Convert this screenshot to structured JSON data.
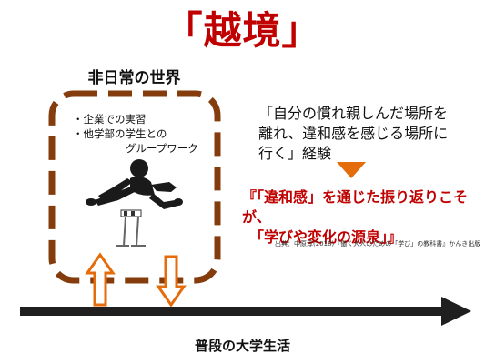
{
  "title": "「越境」",
  "box": {
    "label": "非日常の世界",
    "items": [
      "・企業での実習",
      "・他学部の学生との",
      "グループワーク"
    ]
  },
  "explanation": {
    "line1": "「自分の慣れ親しんだ場所を",
    "line2": "離れ、違和感を感じる場所に",
    "line3": "行く」経験"
  },
  "reflection": {
    "line1": "『「違和感」を通じた振り返りこそが、",
    "line2": "「学びや変化の源泉」』"
  },
  "source": "出典：中原淳(2018)『働く大人のための「学び」の教科書』かんき出版",
  "bottom_label": "普段の大学生活",
  "icons": {
    "figure": "hurdler-figure-icon",
    "up_arrow": "up-arrow-icon",
    "down_arrow": "down-arrow-icon",
    "timeline_arrow": "right-arrow-icon",
    "triangle": "down-triangle-icon"
  },
  "colors": {
    "title": "#c00000",
    "frame": "#843c0c",
    "accent": "#e46c0a",
    "reflection": "#c00000",
    "timeline": "#1f1f1f"
  }
}
